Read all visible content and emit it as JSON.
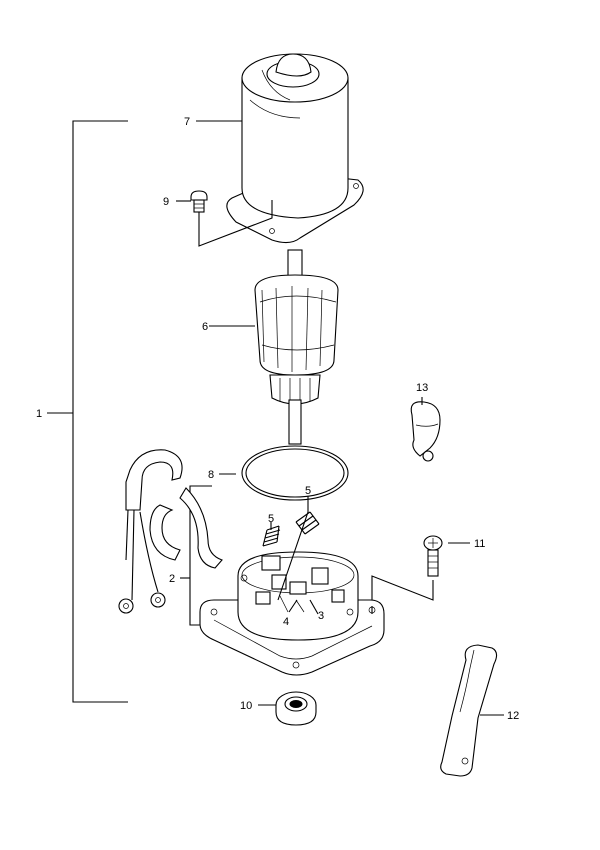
{
  "diagram": {
    "type": "exploded-parts",
    "callouts": [
      {
        "id": "1",
        "text": "1"
      },
      {
        "id": "2",
        "text": "2"
      },
      {
        "id": "3",
        "text": "3"
      },
      {
        "id": "4",
        "text": "4"
      },
      {
        "id": "5a",
        "text": "5"
      },
      {
        "id": "5b",
        "text": "5"
      },
      {
        "id": "6",
        "text": "6"
      },
      {
        "id": "7",
        "text": "7"
      },
      {
        "id": "8",
        "text": "8"
      },
      {
        "id": "9",
        "text": "9"
      },
      {
        "id": "10",
        "text": "10"
      },
      {
        "id": "11",
        "text": "11"
      },
      {
        "id": "12",
        "text": "12"
      },
      {
        "id": "13",
        "text": "13"
      }
    ]
  }
}
